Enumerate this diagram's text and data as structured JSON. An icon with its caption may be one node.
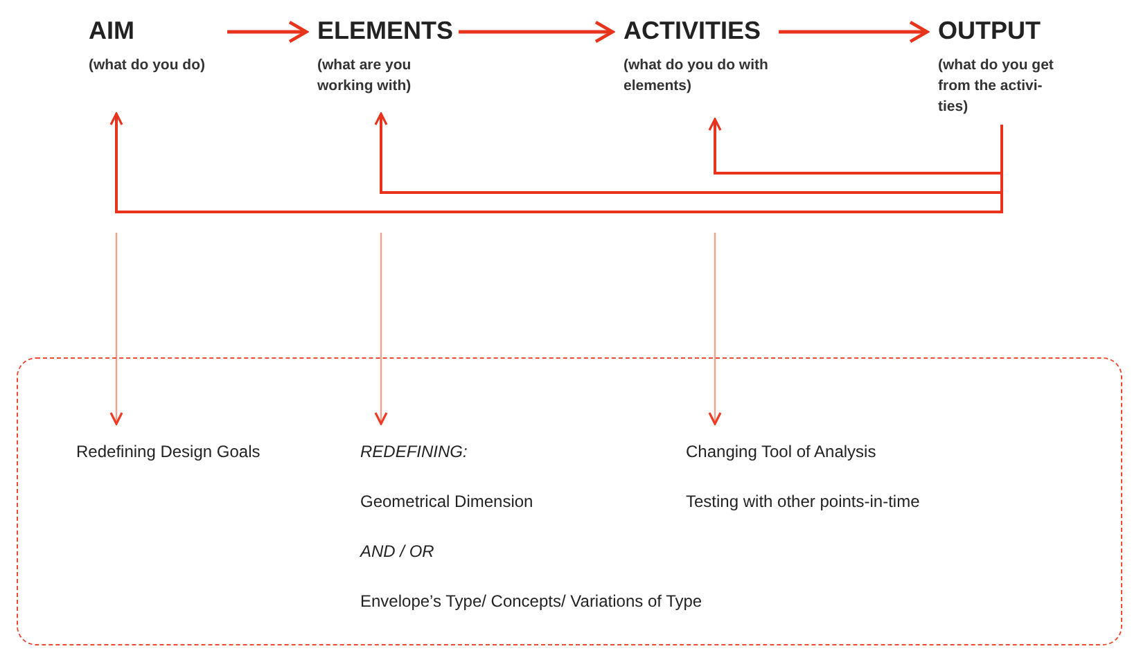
{
  "diagram": {
    "nodes": [
      {
        "text": [
          "AIM",
          "(what do you do)"
        ]
      },
      {
        "text": [
          "ELEMENTS",
          "(what are you working with)"
        ]
      },
      {
        "text": [
          "ACTIVITIES",
          "(what do you do with elements)"
        ]
      },
      {
        "text": [
          "OUTPUT",
          "(what do you get from the activi- ties)"
        ]
      },
      {
        "text": [],
        "shape": "box"
      },
      {
        "text": [
          "Redefining Design Goals"
        ],
        "in": 4
      },
      {
        "text": [
          "REDEFINING:",
          "Geometrical Dimension",
          "AND / OR",
          "Envelope’s Type/ Concepts/ Variations of Type"
        ],
        "in": 4
      },
      {
        "text": [
          "Changing Tool of Analysis",
          "Testing with other points-in-time"
        ],
        "in": 4
      }
    ],
    "edges": [
      {
        "from": 0,
        "to": 1,
        "arrow": "to"
      },
      {
        "from": 1,
        "to": 2,
        "arrow": "to"
      },
      {
        "from": 2,
        "to": 3,
        "arrow": "to"
      },
      {
        "from": 3,
        "to": 2,
        "arrow": "to"
      },
      {
        "from": 3,
        "to": 1,
        "arrow": "to"
      },
      {
        "from": 3,
        "to": 0,
        "arrow": "to"
      },
      {
        "from": null,
        "to": 5,
        "arrow": "to",
        "color": "#f5a08a"
      },
      {
        "from": null,
        "to": 6,
        "arrow": "to",
        "color": "#f5a08a"
      },
      {
        "from": null,
        "to": 7,
        "arrow": "to",
        "color": "#f5a08a"
      }
    ]
  }
}
